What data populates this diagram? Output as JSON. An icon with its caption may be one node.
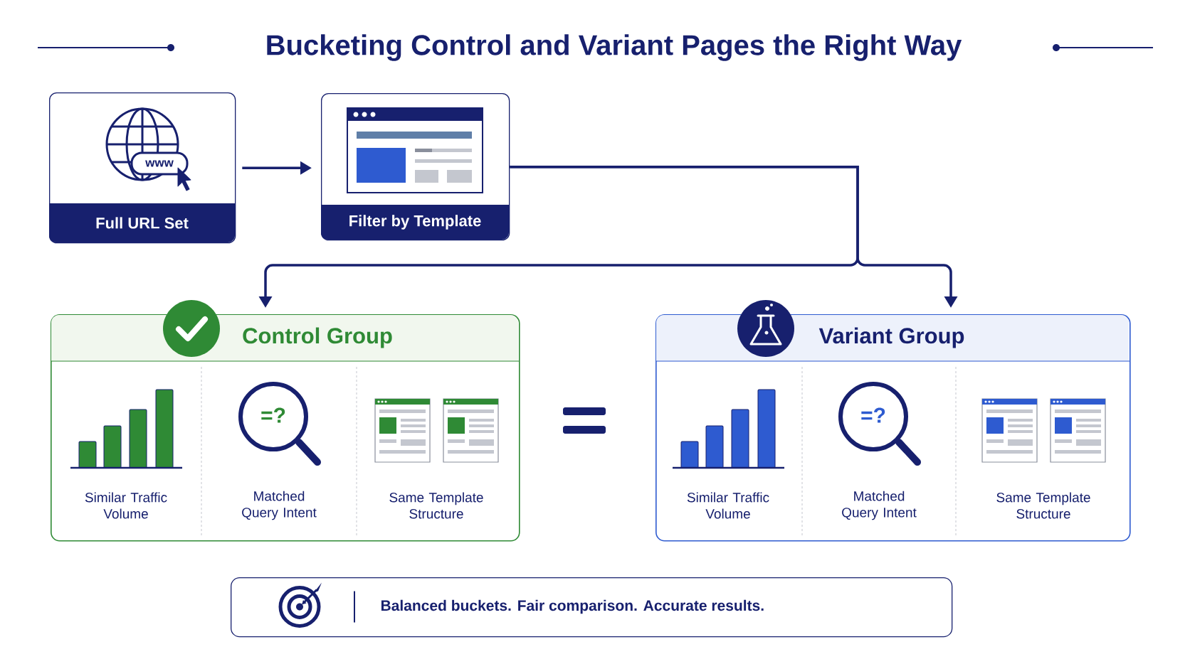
{
  "diagram": {
    "title": "Bucketing Control and Variant Pages the Right Way",
    "nodes": [
      {
        "text": [
          "www",
          "Full URL Set"
        ]
      },
      {
        "text": [
          "Filter by Template"
        ]
      },
      {
        "text": [
          "Control Group",
          "Similar Traffic Volume",
          "Matched Query Intent",
          "Same Template Structure"
        ]
      },
      {
        "text": [
          "Variant Group",
          "Similar Traffic Volume",
          "Matched Query Intent",
          "Same Template Structure"
        ]
      },
      {
        "text": [
          "Balanced buckets. Fair comparison. Accurate results."
        ]
      }
    ],
    "edges": [
      {
        "from": 0,
        "to": 1,
        "arrow": "to"
      },
      {
        "from": 1,
        "to": 2,
        "arrow": "to"
      },
      {
        "from": 1,
        "to": 3,
        "arrow": "to"
      }
    ],
    "labels": [
      "=?",
      "=?"
    ]
  }
}
